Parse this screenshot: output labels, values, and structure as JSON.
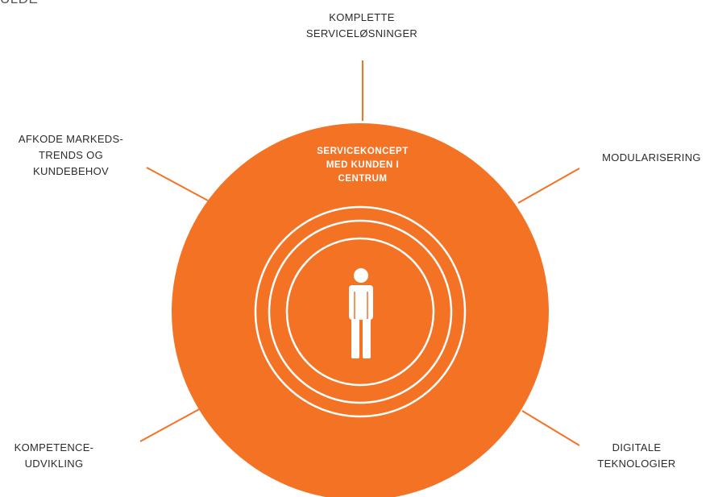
{
  "colors": {
    "accent": "#f47224",
    "text": "#2b2b2b",
    "on_accent": "#ffffff"
  },
  "clipped_heading": "ULDE",
  "center_title": "SERVICEKONCEPT\nMED KUNDEN I\nCENTRUM",
  "center_icon": "person-icon",
  "nodes": {
    "top": "KOMPLETTE\nSERVICELØSNINGER",
    "top_left": "AFKODE MARKEDS-\nTRENDS OG\nKUNDEBEHOV",
    "right": "MODULARISERING",
    "bottom_left": "KOMPETENCE-\nUDVIKLING",
    "bottom_right": "DIGITALE\nTEKNOLOGIER"
  }
}
